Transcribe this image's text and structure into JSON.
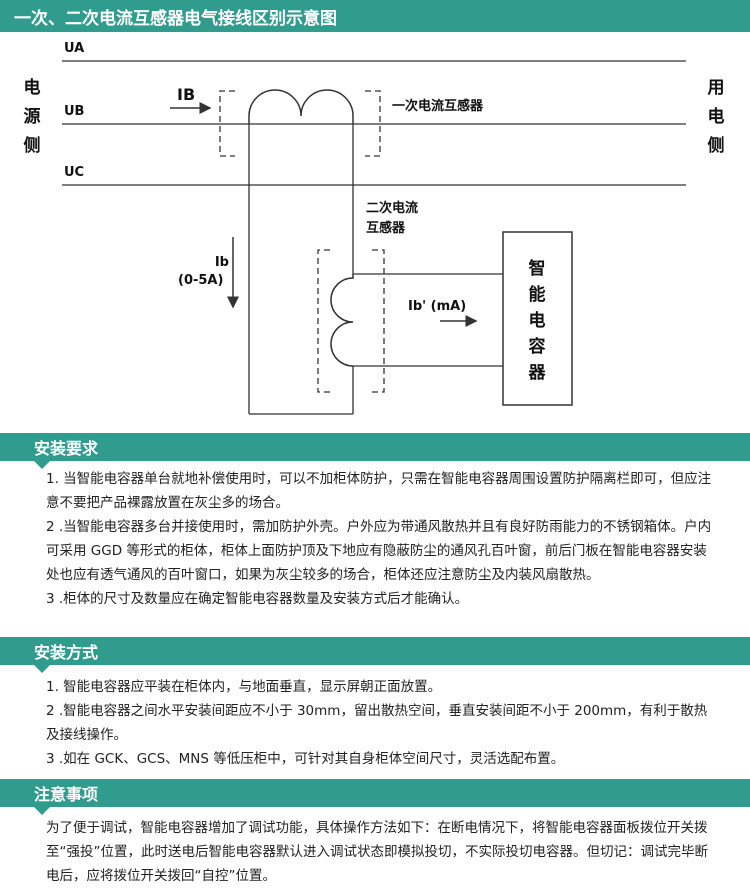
{
  "header": {
    "title": "一次、二次电流互感器电气接线区别示意图"
  },
  "diagram": {
    "line_labels": [
      "UA",
      "UB",
      "UC"
    ],
    "source_side": [
      "电",
      "源",
      "侧"
    ],
    "load_side": [
      "用",
      "电",
      "侧"
    ],
    "primary_current": "IB",
    "primary_ct": "一次电流互感器",
    "secondary_ct_line1": "二次电流",
    "secondary_ct_line2": "互感器",
    "secondary_current_line1": "Ib",
    "secondary_current_line2": "(0-5A)",
    "output_current": "Ib' (mA)",
    "device": [
      "智",
      "能",
      "电",
      "容",
      "器"
    ],
    "colors": {
      "line": "#333333",
      "accent": "#2f9c8e"
    }
  },
  "install_requirements": {
    "title": "安装要求",
    "items": [
      "1. 当智能电容器单台就地补偿使用时，可以不加柜体防护，只需在智能电容器周围设置防护隔离栏即可，但应注意不要把产品裸露放置在灰尘多的场合。",
      "2 .当智能电容器多台并接使用时，需加防护外壳。户外应为带通风散热并且有良好防雨能力的不锈钢箱体。户内可采用 GGD 等形式的柜体，柜体上面防护顶及下地应有隐蔽防尘的通风孔百叶窗，前后门板在智能电容器安装处也应有透气通风的百叶窗口，如果为灰尘较多的场合，柜体还应注意防尘及内装风扇散热。",
      "3 .柜体的尺寸及数量应在确定智能电容器数量及安装方式后才能确认。"
    ]
  },
  "install_method": {
    "title": "安装方式",
    "items": [
      "1. 智能电容器应平装在柜体内，与地面垂直，显示屏朝正面放置。",
      "2 .智能电容器之间水平安装间距应不小于 30mm，留出散热空间，垂直安装间距不小于 200mm，有利于散热及接线操作。",
      "3 .如在 GCK、GCS、MNS 等低压柜中，可针对其自身柜体空间尺寸，灵活选配布置。"
    ]
  },
  "notes": {
    "title": "注意事项",
    "text": "为了便于调试，智能电容器增加了调试功能，具体操作方法如下：在断电情况下，将智能电容器面板拨位开关拨至“强投”位置，此时送电后智能电容器默认进入调试状态即模拟投切，不实际投切电容器。但切记：调试完毕断电后，应将拨位开关拨回“自控”位置。"
  }
}
